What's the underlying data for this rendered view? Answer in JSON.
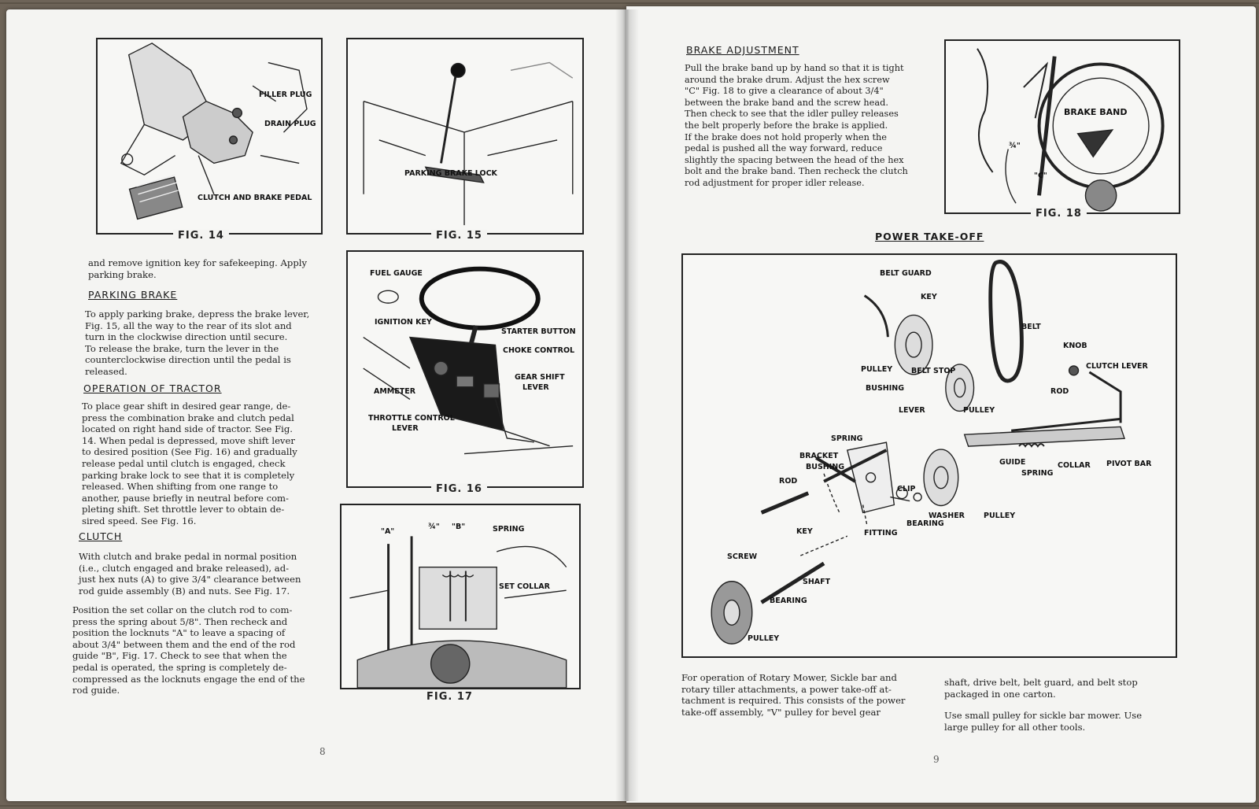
{
  "left_page": {
    "fig14": {
      "caption": "FIG. 14",
      "labels": {
        "filler_plug": "FILLER PLUG",
        "drain_plug": "DRAIN PLUG",
        "clutch_brake_pedal": "CLUTCH AND BRAKE PEDAL"
      }
    },
    "fig15": {
      "caption": "FIG. 15",
      "labels": {
        "parking_brake_lock": "PARKING BRAKE LOCK"
      }
    },
    "fig16": {
      "caption": "FIG. 16",
      "labels": {
        "fuel_gauge": "FUEL GAUGE",
        "ignition_key": "IGNITION KEY",
        "starter_button": "STARTER BUTTON",
        "choke_control": "CHOKE CONTROL",
        "gear_shift_lever_1": "GEAR SHIFT",
        "gear_shift_lever_2": "LEVER",
        "ammeter": "AMMETER",
        "throttle_1": "THROTTLE CONTROL",
        "throttle_2": "LEVER"
      }
    },
    "fig17": {
      "caption": "FIG. 17",
      "labels": {
        "a": "\"A\"",
        "three_quarter": "¾\"",
        "b": "\"B\"",
        "spring": "SPRING",
        "set_collar": "SET COLLAR"
      }
    },
    "intro_text": [
      "and remove ignition key for safekeeping.  Apply",
      "parking brake."
    ],
    "parking_brake": {
      "heading": "PARKING BRAKE",
      "lines": [
        "To apply parking brake, depress the brake lever,",
        "Fig. 15, all the way to the rear of its slot and",
        "turn in the clockwise direction until secure.",
        "To release the brake, turn the lever in the",
        "counterclockwise direction until the pedal is",
        "released."
      ]
    },
    "operation": {
      "heading": "OPERATION OF TRACTOR",
      "lines": [
        "To place gear shift in desired gear range, de-",
        "press the combination brake and clutch pedal",
        "located on right hand side of tractor.  See Fig.",
        "14.  When pedal is depressed, move shift lever",
        "to desired position (See Fig. 16) and gradually",
        "release pedal until clutch is engaged, check",
        "parking brake lock to see that it is completely",
        "released.  When shifting from one range to",
        "another, pause briefly in neutral before com-",
        "pleting shift.  Set throttle lever to obtain de-",
        "sired speed.  See Fig. 16."
      ]
    },
    "clutch": {
      "heading": "CLUTCH",
      "para1": [
        "With clutch and brake pedal in normal position",
        "(i.e., clutch engaged and brake released), ad-",
        "just hex nuts (A) to give 3/4\" clearance between",
        "rod guide assembly (B) and nuts.  See Fig. 17."
      ],
      "para2": [
        "Position the set collar on the clutch rod to com-",
        "press the spring about 5/8\".  Then recheck and",
        "position the locknuts \"A\" to leave a spacing of",
        "about 3/4\" between them and the end of the rod",
        "guide \"B\", Fig. 17.  Check to see that when the",
        "pedal is operated, the spring is completely de-",
        "compressed as the locknuts engage the end of the",
        "rod guide."
      ]
    },
    "page_number": "8"
  },
  "right_page": {
    "brake_adjustment": {
      "heading": "BRAKE ADJUSTMENT",
      "lines": [
        "Pull the brake band up by hand so that it is tight",
        "around the brake drum.  Adjust the hex screw",
        "\"C\" Fig. 18 to give a clearance of about 3/4\"",
        "between the brake band and the screw head.",
        "Then check to see that the idler pulley releases",
        "the belt properly before the brake is applied.",
        "If the brake does not hold properly when the",
        "pedal is pushed all the way forward, reduce",
        "slightly the spacing between the head of the hex",
        "bolt and the brake band.  Then recheck the clutch",
        "rod adjustment for proper idler release."
      ]
    },
    "fig18": {
      "caption": "FIG. 18",
      "labels": {
        "brake_band": "BRAKE BAND",
        "three_quarter": "¾\"",
        "c": "\"C\""
      }
    },
    "pto": {
      "heading": "POWER TAKE-OFF",
      "labels": {
        "belt_guard": "BELT GUARD",
        "key_top": "KEY",
        "belt": "BELT",
        "knob": "KNOB",
        "clutch_lever": "CLUTCH LEVER",
        "pulley_1": "PULLEY",
        "belt_stop": "BELT STOP",
        "bushing_1": "BUSHING",
        "rod_1": "ROD",
        "pulley_2": "PULLEY",
        "lever": "LEVER",
        "spring_1": "SPRING",
        "bracket": "BRACKET",
        "bushing_2": "BUSHING",
        "rod_2": "ROD",
        "guide": "GUIDE",
        "spring_2": "SPRING",
        "collar": "COLLAR",
        "pivot_bar": "PIVOT BAR",
        "clip": "CLIP",
        "washer": "WASHER",
        "pulley_3": "PULLEY",
        "bearing_1": "BEARING",
        "fitting": "FITTING",
        "key_bottom": "KEY",
        "screw": "SCREW",
        "shaft": "SHAFT",
        "bearing_2": "BEARING",
        "pulley_4": "PULLEY"
      },
      "col1": [
        "For operation of Rotary Mower, Sickle bar and",
        "rotary tiller attachments, a power take-off at-",
        "tachment is required.  This consists of the power",
        "take-off assembly, \"V\" pulley for bevel gear"
      ],
      "col2a": [
        "shaft, drive belt, belt guard, and belt stop",
        "packaged in one carton."
      ],
      "col2b": [
        "Use small pulley for sickle bar mower.  Use",
        "large pulley for all other tools."
      ]
    },
    "page_number": "9"
  }
}
